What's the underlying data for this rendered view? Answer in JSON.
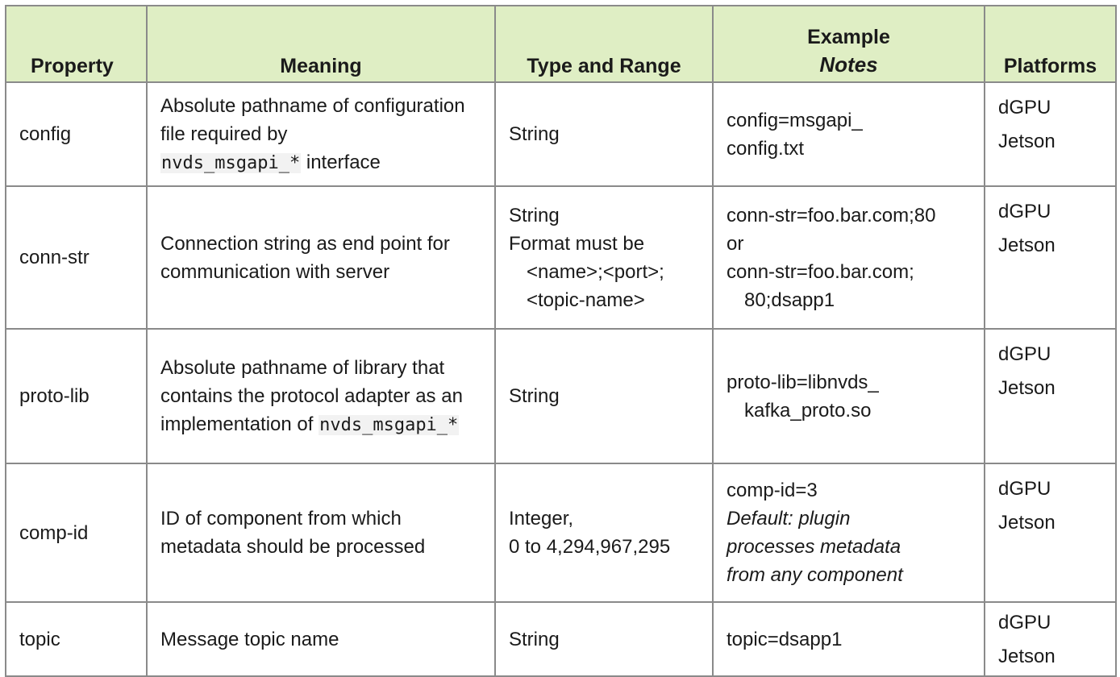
{
  "header": {
    "property": "Property",
    "meaning": "Meaning",
    "type_range": "Type and Range",
    "example": "Example",
    "notes": "Notes",
    "platforms": "Platforms"
  },
  "rows": [
    {
      "property": "config",
      "meaning_a": "Absolute pathname of configuration file required by",
      "meaning_code": "nvds_msgapi_*",
      "meaning_b": " interface",
      "type_line1": "String",
      "example_1": "config=msgapi_",
      "example_2": "config.txt",
      "platform_1": "dGPU",
      "platform_2": "Jetson"
    },
    {
      "property": "conn-str",
      "meaning": "Connection string as end point for communication with server",
      "type_line1": "String",
      "type_line2": "Format must be",
      "type_line3": "<name>;<port>;",
      "type_line4": "<topic-name>",
      "example_1": "conn-str=foo.bar.com;80",
      "example_2": "or",
      "example_3": "conn-str=foo.bar.com;",
      "example_4": "80;dsapp1",
      "platform_1": "dGPU",
      "platform_2": "Jetson"
    },
    {
      "property": "proto-lib",
      "meaning_a": "Absolute pathname of library that contains the protocol adapter as an implementation of",
      "meaning_code": "nvds_msgapi_*",
      "type_line1": "String",
      "example_1": "proto-lib=libnvds_",
      "example_2": "kafka_proto.so",
      "platform_1": "dGPU",
      "platform_2": "Jetson"
    },
    {
      "property": "comp-id",
      "meaning": "ID of component from which metadata should be processed",
      "type_line1": "Integer,",
      "type_line2": "0 to 4,294,967,295",
      "example_1": "comp-id=3",
      "example_2": "Default: plugin",
      "example_3": "processes metadata",
      "example_4": "from any component",
      "platform_1": "dGPU",
      "platform_2": "Jetson"
    },
    {
      "property": "topic",
      "meaning": "Message topic name",
      "type_line1": "String",
      "example_1": "topic=dsapp1",
      "platform_1": "dGPU",
      "platform_2": "Jetson"
    }
  ]
}
